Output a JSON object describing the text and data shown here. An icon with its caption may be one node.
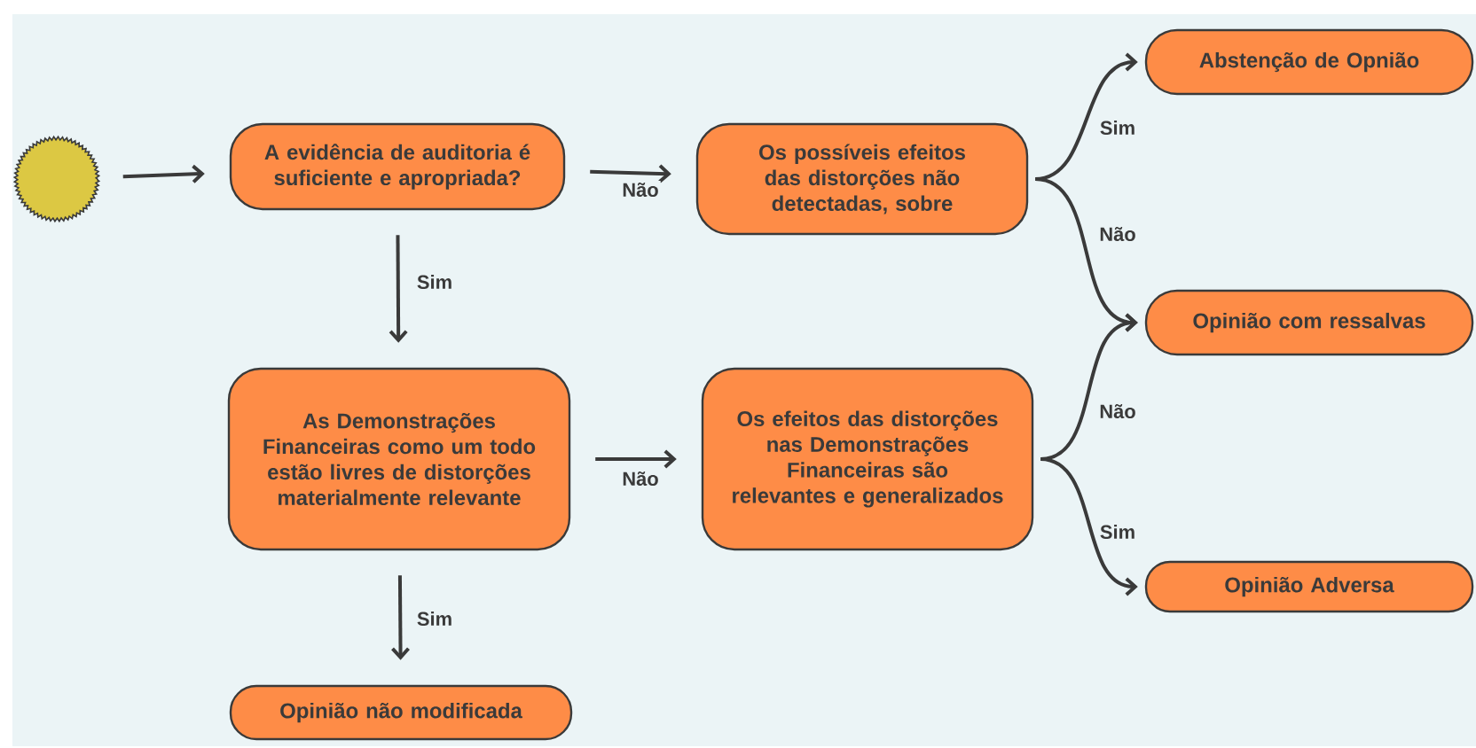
{
  "diagram": {
    "nodes": [
      {
        "text": [],
        "shape": "circle"
      },
      {
        "text": [
          "A evidência de auditoria é suficiente e apropriada?"
        ]
      },
      {
        "text": [
          "Os possíveis efeitos das distorções não detectadas, sobre"
        ]
      },
      {
        "text": [
          "Abstenção de Opnião"
        ]
      },
      {
        "text": [
          "Opinião com ressalvas"
        ]
      },
      {
        "text": [
          "As Demonstrações Financeiras como um todo estão livres de distorções materialmente relevante"
        ]
      },
      {
        "text": [
          "Os efeitos das distorções nas Demonstrações Financeiras são relevantes e generalizados"
        ]
      },
      {
        "text": [
          "Opinião Adversa"
        ]
      },
      {
        "text": [
          "Opinião não modificada"
        ]
      }
    ],
    "edges": [
      {
        "from": 0,
        "to": 1,
        "arrow": "to"
      },
      {
        "from": 1,
        "to": 2,
        "arrow": "to",
        "label": "Não"
      },
      {
        "from": 1,
        "to": 5,
        "arrow": "to",
        "label": "Sim"
      },
      {
        "from": 2,
        "to": 3,
        "arrow": "to",
        "label": "Sim"
      },
      {
        "from": 2,
        "to": 4,
        "arrow": "to",
        "label": "Não"
      },
      {
        "from": 5,
        "to": 6,
        "arrow": "to",
        "label": "Não"
      },
      {
        "from": 5,
        "to": 8,
        "arrow": "to",
        "label": "Sim"
      },
      {
        "from": 6,
        "to": 4,
        "arrow": "to",
        "label": "Não"
      },
      {
        "from": 6,
        "to": 7,
        "arrow": "to",
        "label": "Sim"
      }
    ]
  }
}
